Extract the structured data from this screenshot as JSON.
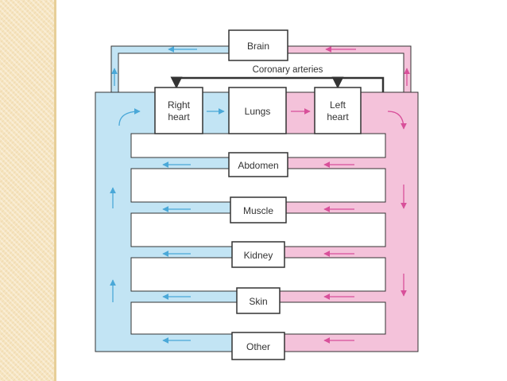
{
  "colors": {
    "deoxygenated": "#c2e4f4",
    "oxygenated": "#f4c2da",
    "blue_arrow": "#4aa8d8",
    "pink_arrow": "#d8509a",
    "line": "#333333"
  },
  "labels": {
    "brain": "Brain",
    "coronary_arteries": "Coronary arteries",
    "right_heart_1": "Right",
    "right_heart_2": "heart",
    "lungs": "Lungs",
    "left_heart_1": "Left",
    "left_heart_2": "heart",
    "abdomen": "Abdomen",
    "muscle": "Muscle",
    "kidney": "Kidney",
    "skin": "Skin",
    "other": "Other"
  },
  "icons": [
    "arrow-left-icon",
    "arrow-right-icon",
    "arrow-up-icon",
    "arrow-down-icon"
  ]
}
